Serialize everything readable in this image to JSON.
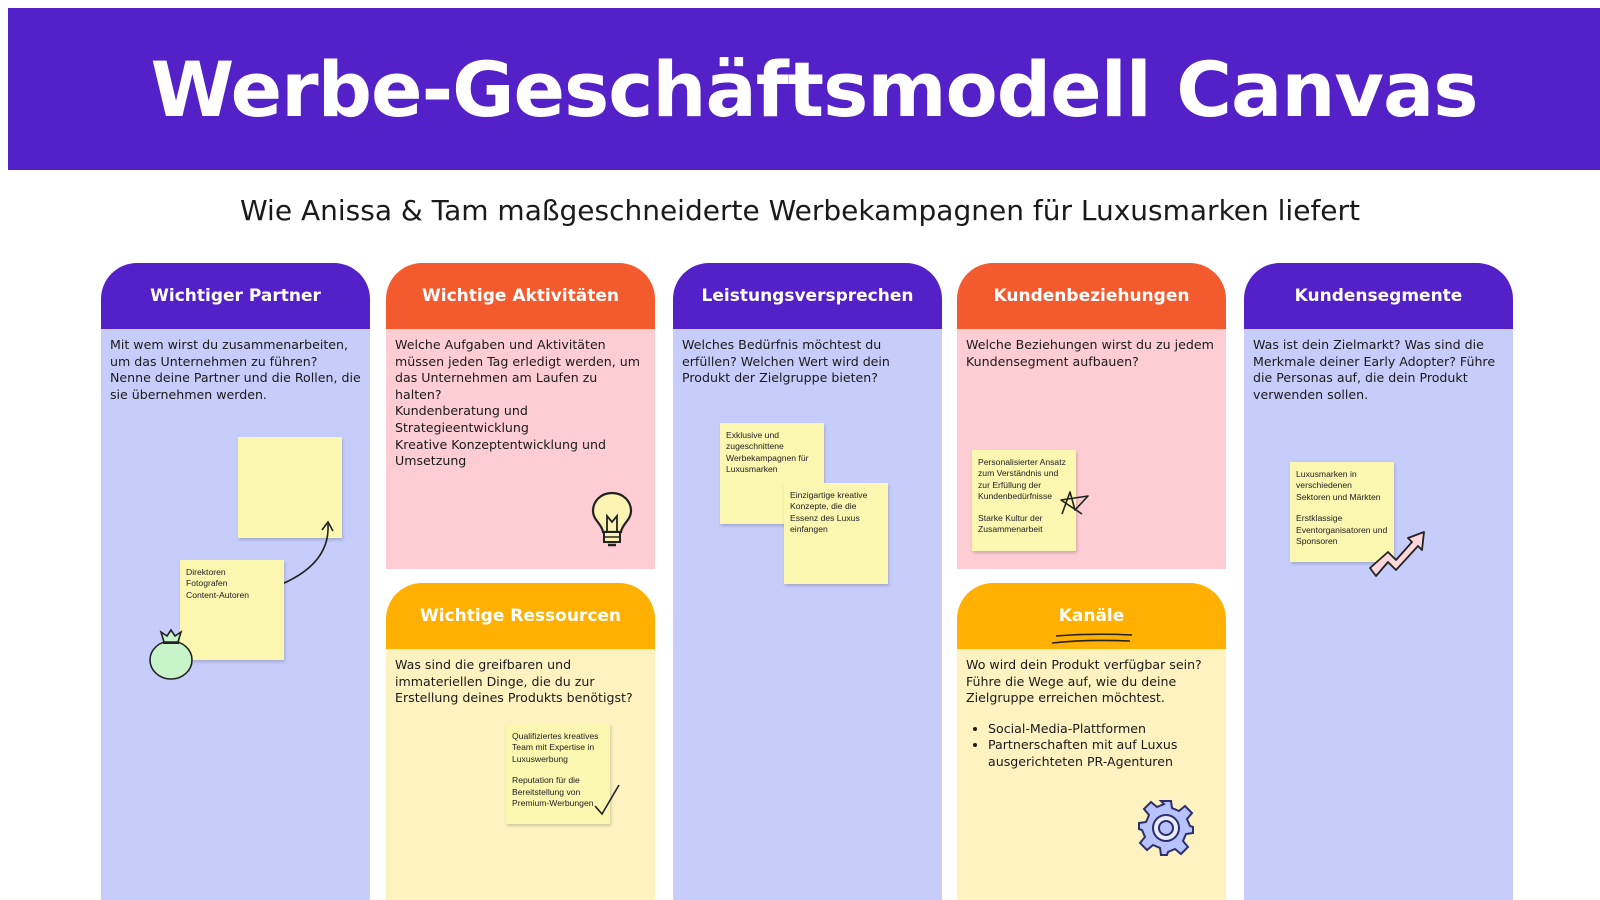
{
  "title": "Werbe-Geschäftsmodell Canvas",
  "subtitle": "Wie Anissa & Tam maßgeschneiderte Werbekampagnen für Luxusmarken liefert",
  "sections": {
    "partner": {
      "title": "Wichtiger Partner",
      "text": "Mit wem wirst du zusammenarbeiten, um das Unternehmen zu führen? Nenne deine Partner und die Rollen, die sie übernehmen werden.",
      "sticky_empty": "",
      "sticky": [
        "Direktoren",
        "Fotografen",
        "Content-Autoren"
      ]
    },
    "activities": {
      "title": "Wichtige Aktivitäten",
      "question": "Welche Aufgaben und Aktivitäten müssen jeden Tag erledigt werden, um das Unternehmen am Laufen zu halten?",
      "line1": "Kundenberatung und Strategieentwicklung",
      "line2": "Kreative Konzeptentwicklung und Umsetzung"
    },
    "resources": {
      "title": "Wichtige Ressourcen",
      "text": "Was sind die greifbaren und immateriellen Dinge, die du zur Erstellung deines Produkts benötigst?",
      "sticky1": "Qualifiziertes kreatives Team mit Expertise in Luxuswerbung",
      "sticky2": "Reputation für die Bereitstellung von Premium-Werbungen"
    },
    "value": {
      "title": "Leistungsversprechen",
      "text": "Welches Bedürfnis möchtest du erfüllen? Welchen Wert wird dein Produkt der Zielgruppe bieten?",
      "sticky1": "Exklusive und zugeschnittene Werbekampagnen für Luxusmarken",
      "sticky2": "Einzigartige kreative Konzepte, die die Essenz des Luxus einfangen"
    },
    "relations": {
      "title": "Kundenbeziehungen",
      "text": "Welche Beziehungen wirst du zu jedem Kundensegment aufbauen?",
      "sticky1": "Personalisierter Ansatz zum Verständnis und zur Erfüllung der Kundenbedürfnisse",
      "sticky2": "Starke Kultur der Zusammenarbeit"
    },
    "channels": {
      "title": "Kanäle",
      "text": "Wo wird dein Produkt verfügbar sein? Führe die Wege auf, wie du deine Zielgruppe erreichen möchtest.",
      "items": [
        "Social-Media-Plattformen",
        "Partnerschaften mit auf Luxus ausgerichteten PR-Agenturen"
      ]
    },
    "segments": {
      "title": "Kundensegmente",
      "text": "Was ist dein Zielmarkt? Was sind die Merkmale deiner Early Adopter? Führe die Personas auf, die dein Produkt verwenden sollen.",
      "sticky1": "Luxusmarken in verschiedenen Sektoren und Märkten",
      "sticky2": "Erstklassige Eventorganisatoren und Sponsoren"
    }
  },
  "icons": {
    "money_bag": "money-bag-icon",
    "bulb": "lightbulb-icon",
    "check": "checkmark-icon",
    "star": "star-doodle-icon",
    "gear": "gear-icon",
    "arrow": "growth-arrow-icon"
  },
  "colors": {
    "purple": "#5420c8",
    "orange": "#f35a2e",
    "yellow": "#ffb000",
    "lavender": "#c7cdfb",
    "pink": "#fdcdd3",
    "cream": "#fef2c1",
    "sticky": "#fbf6b0"
  }
}
